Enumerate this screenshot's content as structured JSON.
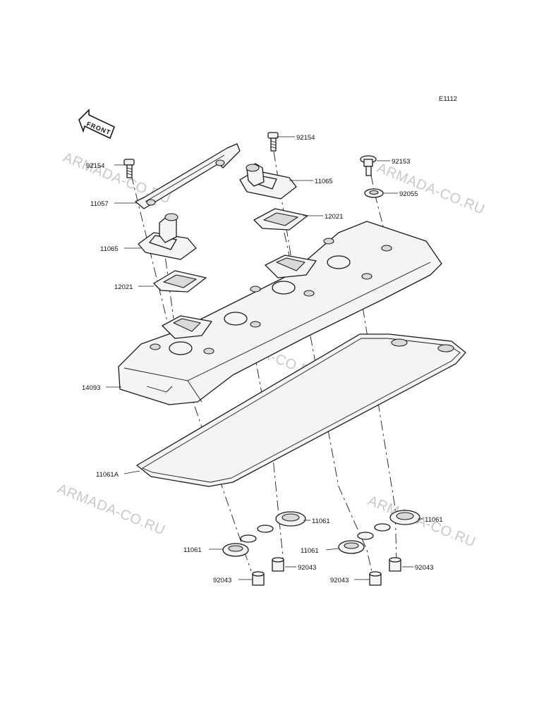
{
  "diagram_code": "E1112",
  "front_arrow_text": "FRONT",
  "watermark": "ARMADA-CO.RU",
  "labels": {
    "bolt_left": "92154",
    "bolt_right": "92154",
    "bolt_washer": "92153",
    "washer": "92055",
    "bracket": "11057",
    "breather_left": "11065",
    "breather_right": "11065",
    "plate_left": "12021",
    "plate_right": "12021",
    "cover": "14093",
    "gasket_main": "11061A",
    "gasket_ring_1": "11061",
    "gasket_ring_2": "11061",
    "gasket_ring_3": "11061",
    "gasket_ring_4": "11061",
    "collar_1": "92043",
    "collar_2": "92043",
    "collar_3": "92043",
    "collar_4": "92043"
  }
}
